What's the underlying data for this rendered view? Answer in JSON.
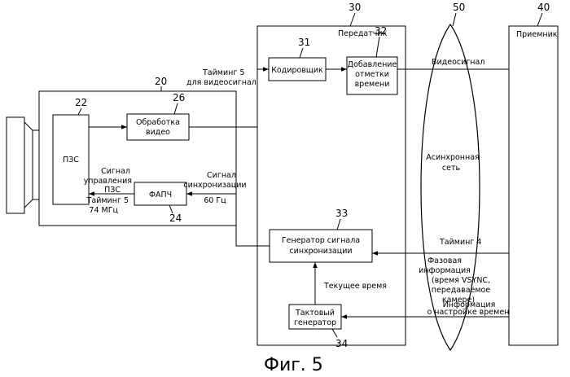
{
  "caption": "Фиг. 5",
  "numerals": {
    "camera": "20",
    "ccd": "22",
    "video_proc": "26",
    "pll": "24",
    "transmitter": "30",
    "encoder": "31",
    "timestamp": "32",
    "sync_gen": "33",
    "clock": "34",
    "network": "50",
    "receiver": "40"
  },
  "blocks": {
    "ccd": "ПЗС",
    "video_proc": [
      "Обработка",
      "видео"
    ],
    "pll": "ФАПЧ",
    "transmitter": "Передатчик",
    "encoder": "Кодировщик",
    "timestamp": [
      "Добавление",
      "отметки",
      "времени"
    ],
    "network": [
      "Асинхронная",
      "сеть"
    ],
    "receiver": "Приемник",
    "sync_gen": [
      "Генератор сигнала",
      "синхронизации"
    ],
    "clock": [
      "Тактовый",
      "генератор"
    ]
  },
  "signals": {
    "timing5_video": [
      "Тайминг 5",
      "для видеосигнала"
    ],
    "ccd_control": [
      "Сигнал",
      "управления",
      "ПЗС"
    ],
    "timing5_74": [
      "Тайминг 5",
      "74 МГц"
    ],
    "sync_signal": [
      "Сигнал",
      "синхронизации"
    ],
    "freq_60": "60 Гц",
    "video_signal": "Видеосигнал",
    "timing4": "Тайминг 4",
    "phase_info": [
      "Фазовая",
      "информация",
      "(время VSYNC,",
      "передаваемое",
      "камере)"
    ],
    "current_time": "Текущее время",
    "time_setting": [
      "Информация",
      "о настройке времени"
    ]
  }
}
